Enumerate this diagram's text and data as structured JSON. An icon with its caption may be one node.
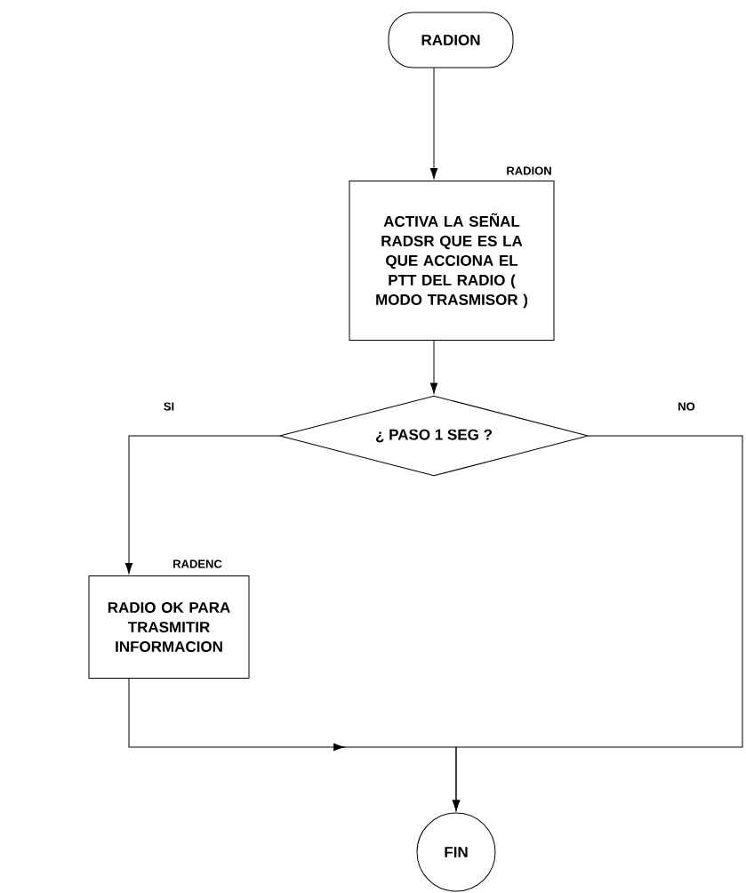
{
  "diagram": {
    "nodes": [
      {
        "text": [
          "RADION"
        ]
      },
      {
        "text": [
          "ACTIVA LA SEÑAL RADSR QUE ES LA QUE ACCIONA EL PTT DEL RADIO ( MODO TRASMISOR )"
        ],
        "beside": [
          "RADION"
        ]
      },
      {
        "text": [
          "¿ PASO 1 SEG ?"
        ]
      },
      {
        "text": [
          "RADIO OK PARA TRASMITIR INFORMACION"
        ],
        "beside": [
          "RADENC"
        ]
      },
      {
        "text": [
          "FIN"
        ]
      }
    ],
    "edges": [
      {
        "from": 0,
        "to": 1,
        "arrow": "to"
      },
      {
        "from": 1,
        "to": 2,
        "arrow": "to"
      },
      {
        "from": 2,
        "to": 3,
        "arrow": "to",
        "label": "SI"
      },
      {
        "from": 2,
        "to": 4,
        "arrow": "to",
        "label": "NO"
      },
      {
        "from": 3,
        "to": 4,
        "arrow": "to"
      }
    ]
  }
}
